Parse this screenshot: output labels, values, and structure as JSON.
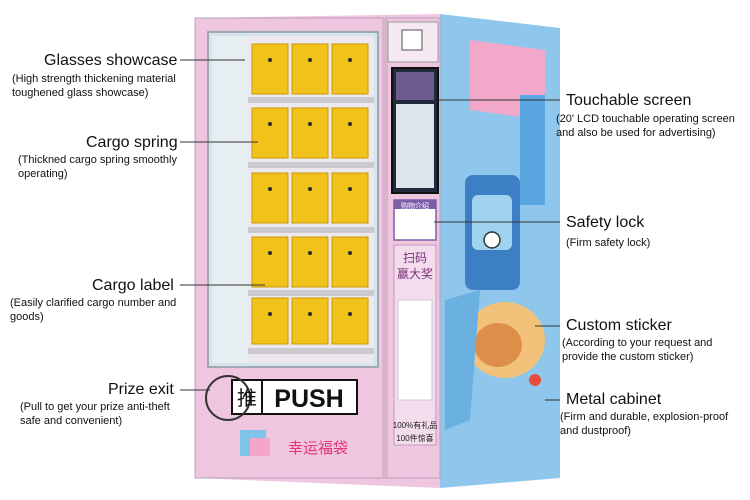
{
  "callouts": {
    "glasses_showcase": {
      "title": "Glasses showcase",
      "desc_line1": "(High strength thickening material",
      "desc_line2": "toughened glass showcase)"
    },
    "cargo_spring": {
      "title": "Cargo spring",
      "desc_line1": "(Thickned cargo spring smoothly",
      "desc_line2": "operating)"
    },
    "cargo_label": {
      "title": "Cargo label",
      "desc_line1": "(Easily clarified cargo number and",
      "desc_line2": "goods)"
    },
    "prize_exit": {
      "title": "Prize exit",
      "desc_line1": "(Pull to get your prize anti-theft",
      "desc_line2": "safe and convenient)"
    },
    "touchable_screen": {
      "title": "Touchable screen",
      "desc_line1": "(20' LCD touchable operating screen",
      "desc_line2": "and also be used for advertising)"
    },
    "safety_lock": {
      "title": "Safety lock",
      "desc_line1": "(Firm safety lock)"
    },
    "custom_sticker": {
      "title": "Custom sticker",
      "desc_line1": "(According to your request and",
      "desc_line2": "provide the custom sticker)"
    },
    "metal_cabinet": {
      "title": "Metal cabinet",
      "desc_line1": "(Firm and durable, explosion-proof",
      "desc_line2": "and dustproof)"
    }
  },
  "machine": {
    "push_cn": "推",
    "push_en": "PUSH",
    "brand_cn": "幸运福袋",
    "scan_line1": "扫码",
    "scan_line2": "赢大奖",
    "gift_line1": "100%有礼品",
    "gift_line2": "100件惊喜",
    "panel_title": "购物介绍"
  },
  "colors": {
    "cabinet_pink": "#efc6e0",
    "cabinet_side": "#8fc7ec",
    "product_yellow": "#f1c31a",
    "leader_line": "#333333",
    "text": "#111111"
  }
}
